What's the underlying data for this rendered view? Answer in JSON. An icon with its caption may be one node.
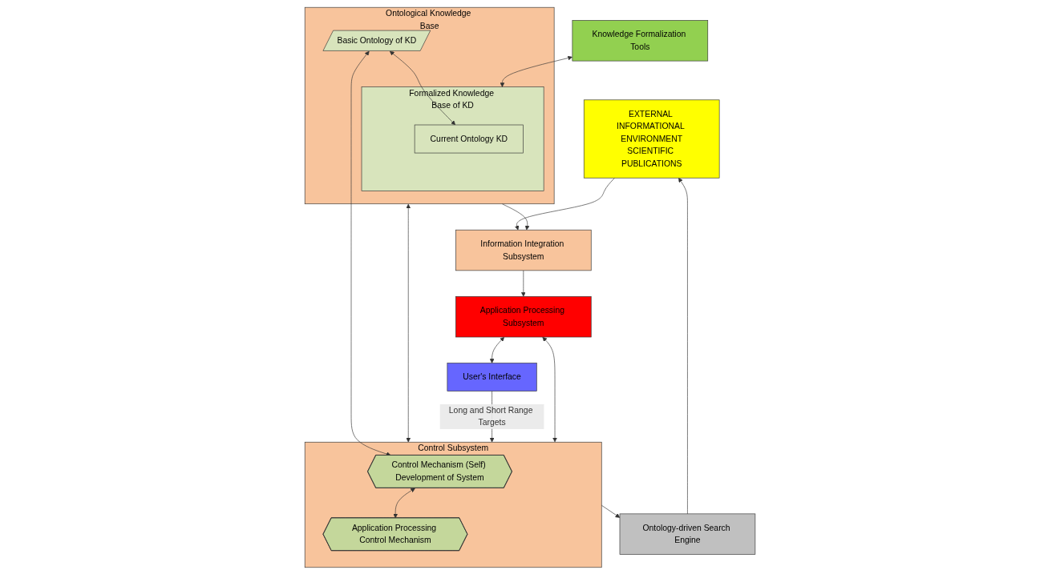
{
  "diagram": {
    "nodes": [
      {
        "text": [
          "EXTERNAL INFORMATIONAL ENVIRONMENT",
          "SCIENTIFIC PUBLICATIONS"
        ]
      },
      {
        "text": [
          "Ontology-driven Search Engine"
        ]
      },
      {
        "text": [
          "Ontological Knowledge Base"
        ]
      },
      {
        "text": [
          "Basic Ontology of KD"
        ],
        "in": 2
      },
      {
        "text": [
          "Formalized Knowledge Base of KD"
        ],
        "in": 2
      },
      {
        "text": [
          "Current Ontology KD"
        ],
        "in": 4
      },
      {
        "text": [
          "Knowledge Formalization Tools"
        ]
      },
      {
        "text": [
          "Control Subsystem"
        ]
      },
      {
        "text": [
          "Control Mechanism (Self) Development of System"
        ],
        "in": 7
      },
      {
        "text": [
          "Application Processing Control Mechanism"
        ],
        "in": 7
      },
      {
        "text": [
          "Information Integration Subsystem"
        ]
      },
      {
        "text": [
          "Application Processing Subsystem"
        ]
      },
      {
        "text": [
          "User's Interface"
        ]
      }
    ],
    "edges": [
      {
        "from": 1,
        "to": 0,
        "arrow": "to"
      },
      {
        "from": 0,
        "to": 10,
        "arrow": "to"
      },
      {
        "from": 2,
        "to": 10,
        "arrow": "to"
      },
      {
        "from": 7,
        "to": 1,
        "arrow": "to"
      },
      {
        "from": 3,
        "to": 5,
        "arrow": "both"
      },
      {
        "from": 3,
        "to": 8,
        "arrow": "both"
      },
      {
        "from": 2,
        "to": 7,
        "arrow": "both"
      },
      {
        "from": 8,
        "to": 9,
        "arrow": "both"
      },
      {
        "from": 6,
        "to": 4,
        "arrow": "both"
      },
      {
        "from": 7,
        "to": 11,
        "arrow": "both"
      },
      {
        "from": 10,
        "to": 11,
        "arrow": "to"
      },
      {
        "from": 11,
        "to": 12,
        "arrow": "both"
      },
      {
        "from": 12,
        "to": 7,
        "arrow": "to",
        "label": "Long and Short Range Targets"
      }
    ]
  }
}
